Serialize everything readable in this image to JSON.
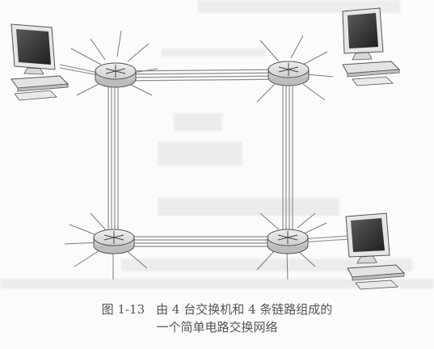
{
  "figure": {
    "number": "图 1-13",
    "caption_line1": "由 4 台交换机和 4 条链路组成的",
    "caption_line2": "一个简单电路交换网络"
  },
  "colors": {
    "link": "#9a9a9a",
    "switch_fill": "#d9d9d9",
    "switch_stroke": "#555555",
    "monitor_screen": "#3a3a3a",
    "monitor_body": "#e8e8e8"
  },
  "diagram": {
    "switches": [
      "switch-top-left",
      "switch-top-right",
      "switch-bottom-left",
      "switch-bottom-right"
    ],
    "hosts": [
      "host-top-left",
      "host-top-right",
      "host-bottom-right"
    ]
  }
}
